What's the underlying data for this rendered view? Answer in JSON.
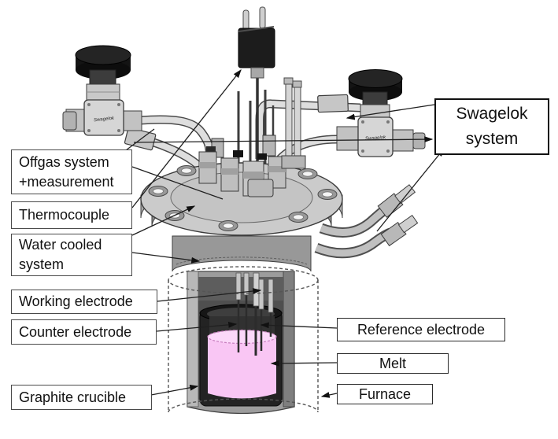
{
  "diagram": {
    "title_hint": "Electrochemical cell with furnace - labeled apparatus diagram",
    "labels": {
      "offgas": "Offgas system\n+measurement",
      "thermocouple": "Thermocouple",
      "water_cooled": "Water cooled\nsystem",
      "working_electrode": "Working electrode",
      "counter_electrode": "Counter electrode",
      "graphite_crucible": "Graphite crucible",
      "swagelok": "Swagelok\nsystem",
      "reference_electrode": "Reference electrode",
      "melt": "Melt",
      "furnace": "Furnace"
    },
    "valve_brand": "Swagelok",
    "colors": {
      "melt": "#f9c6f4",
      "melt_surface": "#fbd8f9",
      "melt_edge": "#c77fbe",
      "callout_line": "#1f1f1f"
    }
  }
}
